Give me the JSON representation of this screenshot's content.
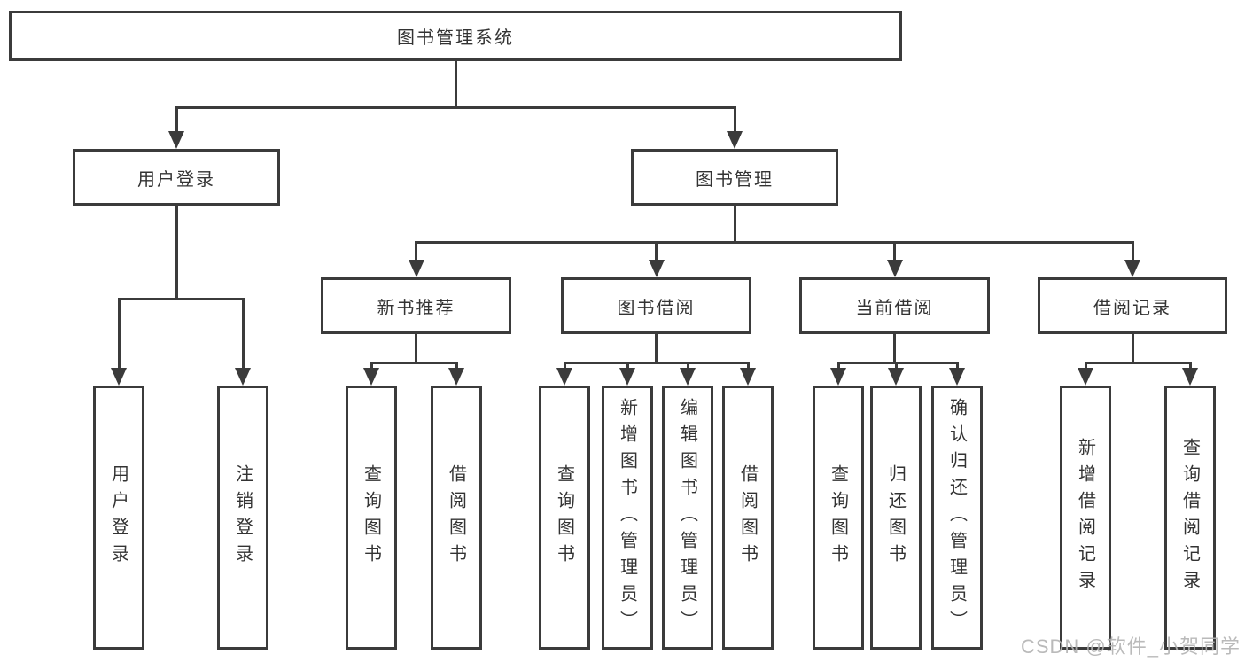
{
  "tree": {
    "root": {
      "label": "图书管理系统"
    },
    "level2": [
      {
        "label": "用户登录",
        "children": [
          {
            "label": "用户登录"
          },
          {
            "label": "注销登录"
          }
        ]
      },
      {
        "label": "图书管理",
        "children": [
          {
            "label": "新书推荐",
            "children": [
              {
                "label": "查询图书"
              },
              {
                "label": "借阅图书"
              }
            ]
          },
          {
            "label": "图书借阅",
            "children": [
              {
                "label": "查询图书"
              },
              {
                "label": "新增图书（管理员）"
              },
              {
                "label": "编辑图书（管理员）"
              },
              {
                "label": "借阅图书"
              }
            ]
          },
          {
            "label": "当前借阅",
            "children": [
              {
                "label": "查询图书"
              },
              {
                "label": "归还图书"
              },
              {
                "label": "确认归还（管理员）"
              }
            ]
          },
          {
            "label": "借阅记录",
            "children": [
              {
                "label": "新增借阅记录"
              },
              {
                "label": "查询借阅记录"
              }
            ]
          }
        ]
      }
    ]
  },
  "watermark": {
    "text": "CSDN @软件_小贺同学"
  },
  "colors": {
    "line": "#3b3b3b",
    "text": "#333333",
    "watermark": "#b3b3b3",
    "background": "#ffffff"
  }
}
